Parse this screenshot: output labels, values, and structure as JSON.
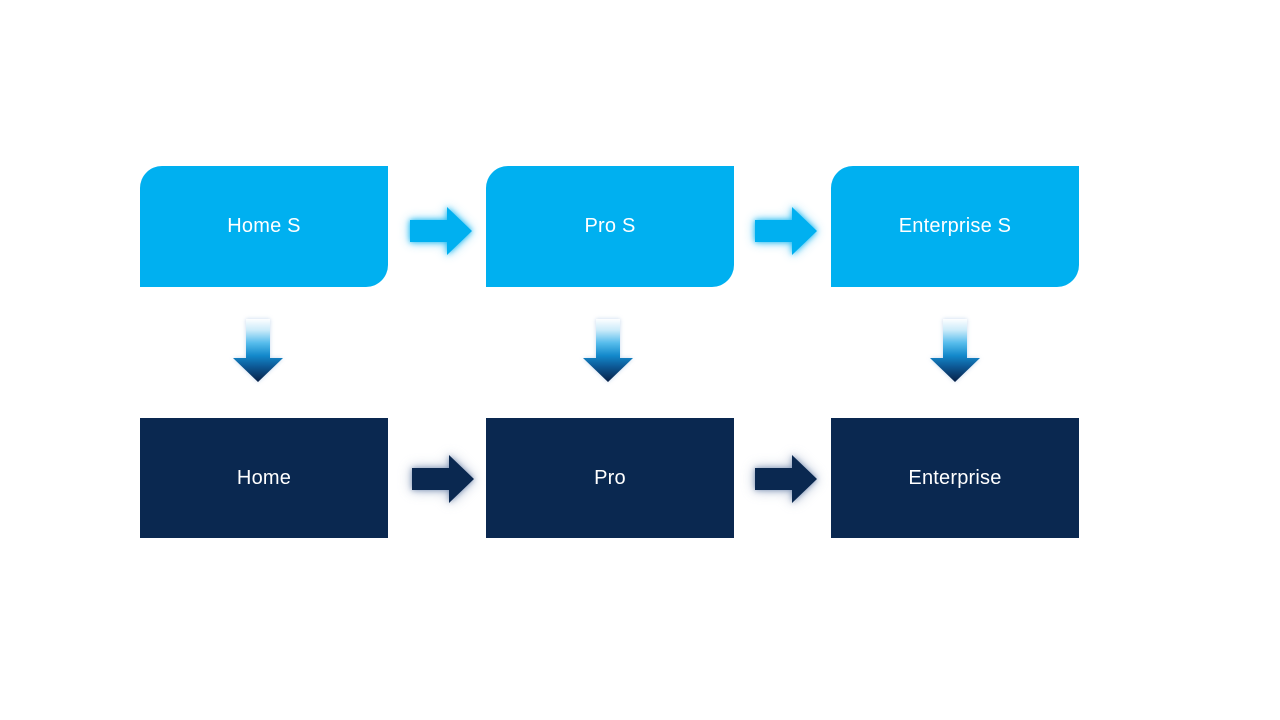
{
  "diagram": {
    "top_row": [
      {
        "label": "Home S"
      },
      {
        "label": "Pro S"
      },
      {
        "label": "Enterprise S"
      }
    ],
    "bottom_row": [
      {
        "label": "Home"
      },
      {
        "label": "Pro"
      },
      {
        "label": "Enterprise"
      }
    ],
    "colors": {
      "background": "#FFFFFF",
      "top_box": "#00B0F0",
      "bottom_box": "#0A2850",
      "label_text": "#FFFFFF",
      "top_arrow": "#00B0F0",
      "bottom_arrow": "#0A2850",
      "down_arrow_gradient_top": "#FDFEFF",
      "down_arrow_gradient_mid": "#1389CB",
      "down_arrow_gradient_bottom": "#071F45"
    }
  }
}
